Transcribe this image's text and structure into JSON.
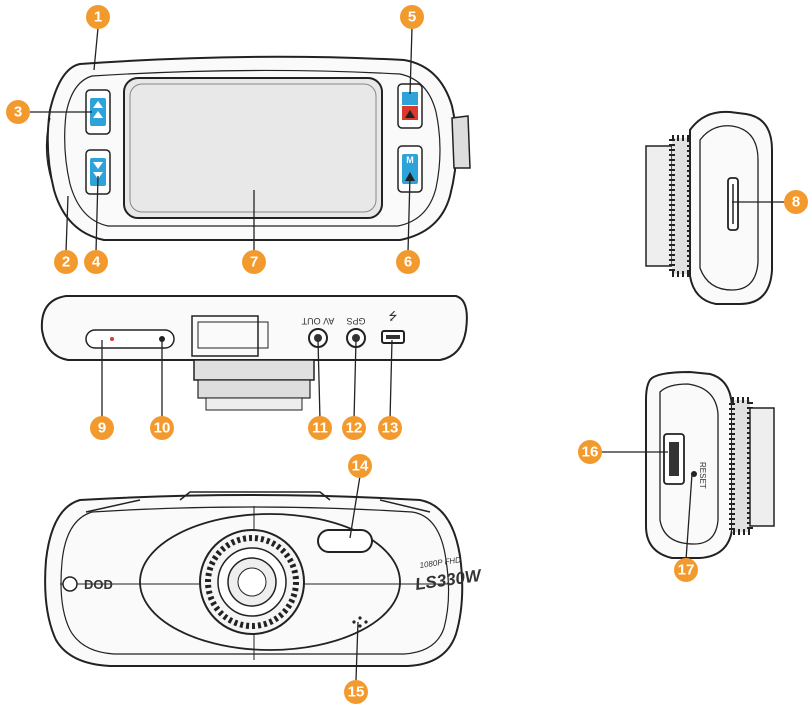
{
  "colors": {
    "callout": "#F39A2E",
    "outline": "#222222",
    "button_blue": "#2EA3DA",
    "button_red": "#D93A2B",
    "screen": "#E8E8E8"
  },
  "callouts": [
    "1",
    "2",
    "3",
    "4",
    "5",
    "6",
    "7",
    "8",
    "9",
    "10",
    "11",
    "12",
    "13",
    "14",
    "15",
    "16",
    "17"
  ],
  "camera_text": {
    "av_out": "AV OUT",
    "gps": "GPS",
    "usb_symbol": "⭍",
    "brand": "DOD",
    "model": "LS330W",
    "resolution": "1080P FHD",
    "reset": "RESET"
  }
}
